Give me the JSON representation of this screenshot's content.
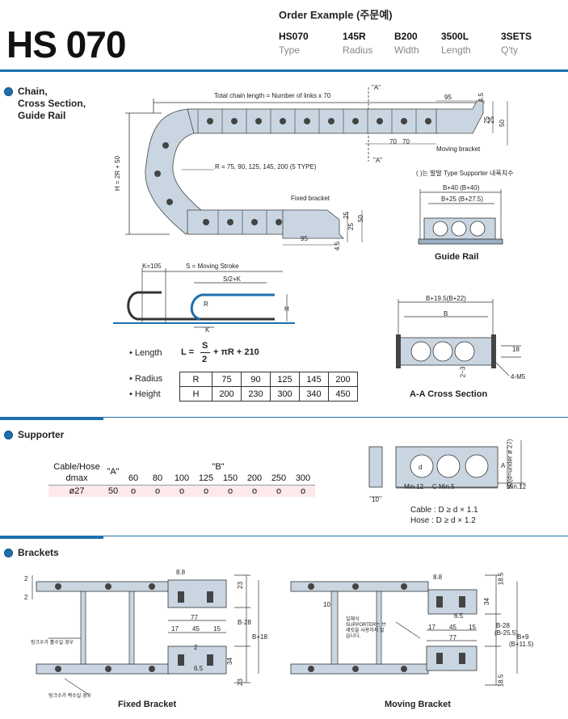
{
  "header": {
    "model": "HS 070",
    "order_example_title": "Order Example (주문예)",
    "order_values": [
      "HS070",
      "145R",
      "B200",
      "3500L",
      "3SETS"
    ],
    "order_labels": [
      "Type",
      "Radius",
      "Width",
      "Length",
      "Q'ty"
    ]
  },
  "sections": {
    "chain": [
      "Chain,",
      "Cross Section,",
      "Guide Rail"
    ],
    "supporter": "Supporter",
    "brackets": "Brackets"
  },
  "chain_drawing": {
    "total_length": "Total chain length = Number of links x 70",
    "a_marker_top": "\"A\"",
    "a_marker_bottom": "\"A\"",
    "dim_95_top": "95",
    "dim_4_5_top": "4.5",
    "dim_25_top": "25",
    "dim_25_top2": "25",
    "dim_50_top": "50",
    "dim_70_left": "70",
    "dim_70_right": "70",
    "moving_bracket": "Moving bracket",
    "h_label": "H = 2R + 50",
    "radius_note": "R = 75, 90, 125, 145, 200 (5 TYPE)",
    "fixed_bracket": "Fixed bracket",
    "dim_25_bottom": "25",
    "dim_25_bottom2": "25",
    "dim_50_bottom": "50",
    "dim_95_bottom": "95",
    "dim_4_5_bottom": "4.5"
  },
  "guide_rail": {
    "note": "( )는 발발 Type Supporter 내폭치수",
    "dim_b40": "B+40 (B+40)",
    "dim_b25": "B+25 (B+27.5)",
    "caption": "Guide Rail"
  },
  "stroke": {
    "k105": "K=105",
    "s_moving": "S = Moving Stroke",
    "s2k": "S/2+K",
    "r": "R",
    "h": "H",
    "k": "K"
  },
  "formula": {
    "length_label": "• Length",
    "formula_prefix": "L =",
    "numerator": "S",
    "denominator": "2",
    "formula_suffix": "+ πR + 210"
  },
  "radius_height": {
    "radius_label": "• Radius",
    "height_label": "• Height",
    "r_head": "R",
    "h_head": "H",
    "radius": [
      "75",
      "90",
      "125",
      "145",
      "200"
    ],
    "height": [
      "200",
      "230",
      "300",
      "340",
      "450"
    ]
  },
  "cross_section": {
    "dim_b195": "B+19.5(B+22)",
    "dim_b": "B",
    "dim_18": "18",
    "dim_2_3": "2~3",
    "dim_m5": "4-M5",
    "caption": "A-A Cross Section"
  },
  "supporter_table": {
    "col_cable": "Cable/Hose",
    "col_dmax": "dmax",
    "col_a": "\"A\"",
    "col_b": "\"B\"",
    "b_values": [
      "60",
      "80",
      "100",
      "125",
      "150",
      "200",
      "250",
      "300"
    ],
    "row_dmax": "ø27",
    "row_a": "50",
    "row_marks": [
      "o",
      "o",
      "o",
      "o",
      "o",
      "o",
      "o",
      "o"
    ]
  },
  "supporter_drawing": {
    "dim_50": "50(d=under ø 27)",
    "dim_a": "A",
    "dim_d": "d",
    "min12_left": "Min.12",
    "min5": "Min.5",
    "c": "C",
    "min12_right": "Min.12",
    "dim_10": "10",
    "cable_rule": "Cable : D ≥ d × 1.1",
    "hose_rule": "Hose : D ≥ d × 1.2"
  },
  "fixed_bracket": {
    "dim_2a": "2",
    "dim_2b": "2",
    "dim_88": "8.8",
    "dim_23_top": "23",
    "dim_77": "77",
    "dim_17": "17",
    "dim_45": "45",
    "dim_15": "15",
    "dim_2c": "2",
    "dim_65": "6.5",
    "dim_34": "34",
    "dim_23_bottom": "23",
    "dim_b28": "B-28",
    "dim_b18": "B+18",
    "note_outside": "링크수가 홀수일 경우",
    "note_even": "링크수가 짝수일 경우",
    "caption": "Fixed Bracket"
  },
  "moving_bracket": {
    "dim_88": "8.8",
    "dim_185_top": "18.5",
    "dim_10": "10",
    "note": "일체식 SUPPORTER는 브래킷을 사용하지 않습니다.",
    "dim_65": "6.5",
    "dim_34": "34",
    "dim_17": "17",
    "dim_45": "45",
    "dim_15": "15",
    "dim_77": "77",
    "dim_b28": "B-28",
    "dim_b28p": "(B-25.5)",
    "dim_b9": "B+9",
    "dim_b9p": "(B+11.5)",
    "dim_185_bottom": "18.5",
    "caption": "Moving Bracket"
  },
  "colors": {
    "accent": "#1d6fae",
    "link_fill": "#c9d6e2",
    "table_highlight": "#fde9ec"
  }
}
